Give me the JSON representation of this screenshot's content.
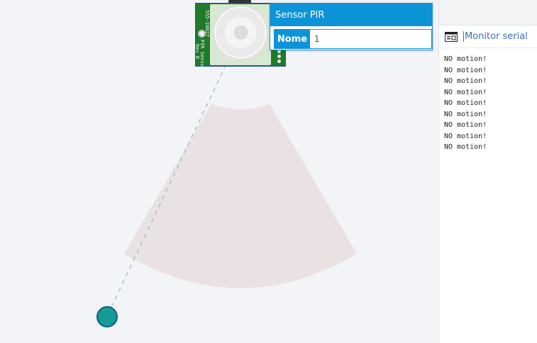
{
  "canvas": {
    "component_title": "Sensor PIR",
    "property_label": "Nome",
    "property_value": "1",
    "pir_labels": {
      "part": "555-28027",
      "name": "PIR Sensor",
      "rev": "Rev B"
    },
    "colors": {
      "background": "#f2f4f7",
      "detection_zone": "#e9e1e2",
      "target": "#169c95",
      "board": "#1f7a2a",
      "accent": "#0d93d8"
    }
  },
  "serial_monitor": {
    "title": "Monitor serial",
    "icon": "serial-monitor-icon",
    "lines": [
      "NO motion!",
      "NO motion!",
      "NO motion!",
      "NO motion!",
      "NO motion!",
      "NO motion!",
      "NO motion!",
      "NO motion!",
      "NO motion!"
    ]
  }
}
